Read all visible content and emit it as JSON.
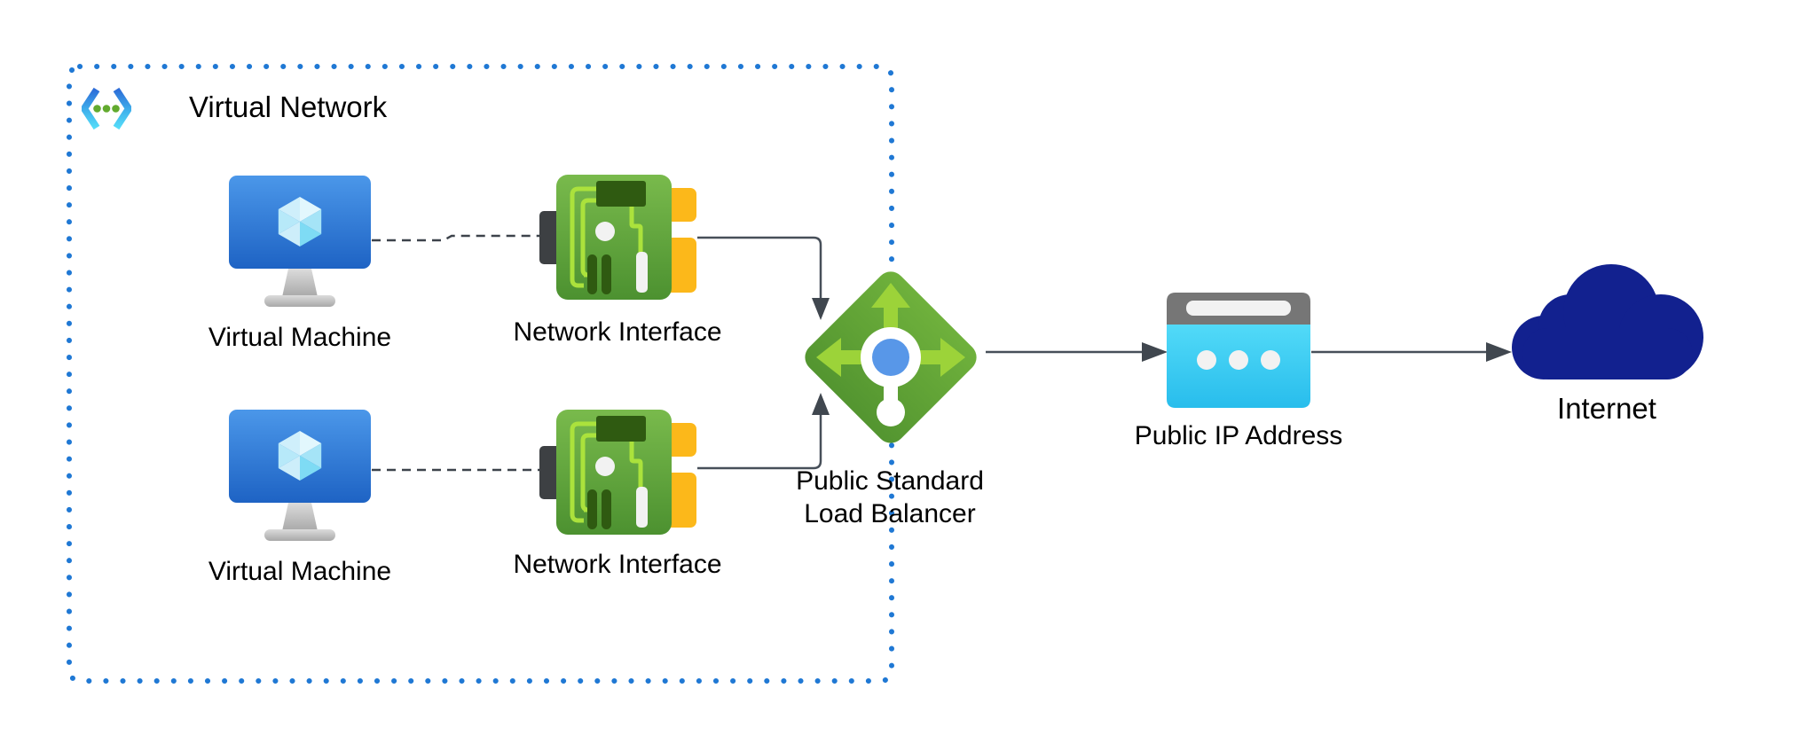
{
  "diagram_type": "azure-architecture",
  "virtual_network": {
    "label": "Virtual Network"
  },
  "nodes": {
    "vm1": {
      "label": "Virtual Machine",
      "type": "virtual-machine"
    },
    "vm2": {
      "label": "Virtual Machine",
      "type": "virtual-machine"
    },
    "nic1": {
      "label": "Network Interface",
      "type": "network-interface"
    },
    "nic2": {
      "label": "Network Interface",
      "type": "network-interface"
    },
    "load_balancer": {
      "label": "Public Standard\nLoad Balancer",
      "type": "load-balancer"
    },
    "public_ip": {
      "label": "Public IP Address",
      "type": "public-ip-address"
    },
    "internet": {
      "label": "Internet",
      "type": "internet-cloud"
    }
  },
  "connections": [
    {
      "from": "vm1",
      "to": "nic1",
      "style": "dashed",
      "arrow": "none"
    },
    {
      "from": "vm2",
      "to": "nic2",
      "style": "dashed",
      "arrow": "none"
    },
    {
      "from": "nic1",
      "to": "load_balancer",
      "style": "solid",
      "arrow": "end"
    },
    {
      "from": "nic2",
      "to": "load_balancer",
      "style": "solid",
      "arrow": "end"
    },
    {
      "from": "load_balancer",
      "to": "public_ip",
      "style": "solid",
      "arrow": "end"
    },
    {
      "from": "public_ip",
      "to": "internet",
      "style": "solid",
      "arrow": "end"
    }
  ],
  "colors": {
    "vnet_border_blue": "#1f78d4",
    "vm_screen_blue": "#3b82dc",
    "vm_cube_cyan": "#9be1f6",
    "nic_green": "#5fa33a",
    "nic_dark_green": "#2f5a11",
    "nic_lime_trace": "#abe23c",
    "nic_yellow_tab": "#fcb81a",
    "nic_connector_gray": "#3d4043",
    "lb_green": "#5fa42c",
    "lb_lime_arrow": "#9cd339",
    "lb_center_blue": "#5897e8",
    "pip_cyan": "#3ecdf4",
    "pip_header_gray": "#767676",
    "internet_navy": "#12218f",
    "connector_gray": "#474f59",
    "label_black": "#000000"
  }
}
